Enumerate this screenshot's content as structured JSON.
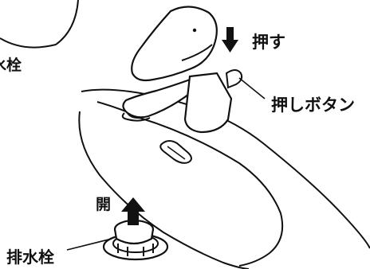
{
  "labels": {
    "push": "押す",
    "push_button": "押しボタン",
    "open": "開",
    "drain_plug": "排水栓",
    "drain_plug_cut": "水栓"
  },
  "icons": {
    "push_arrow": "arrow-down-icon",
    "open_arrow": "arrow-up-icon"
  },
  "colors": {
    "line": "#111111",
    "fill": "#ffffff"
  }
}
